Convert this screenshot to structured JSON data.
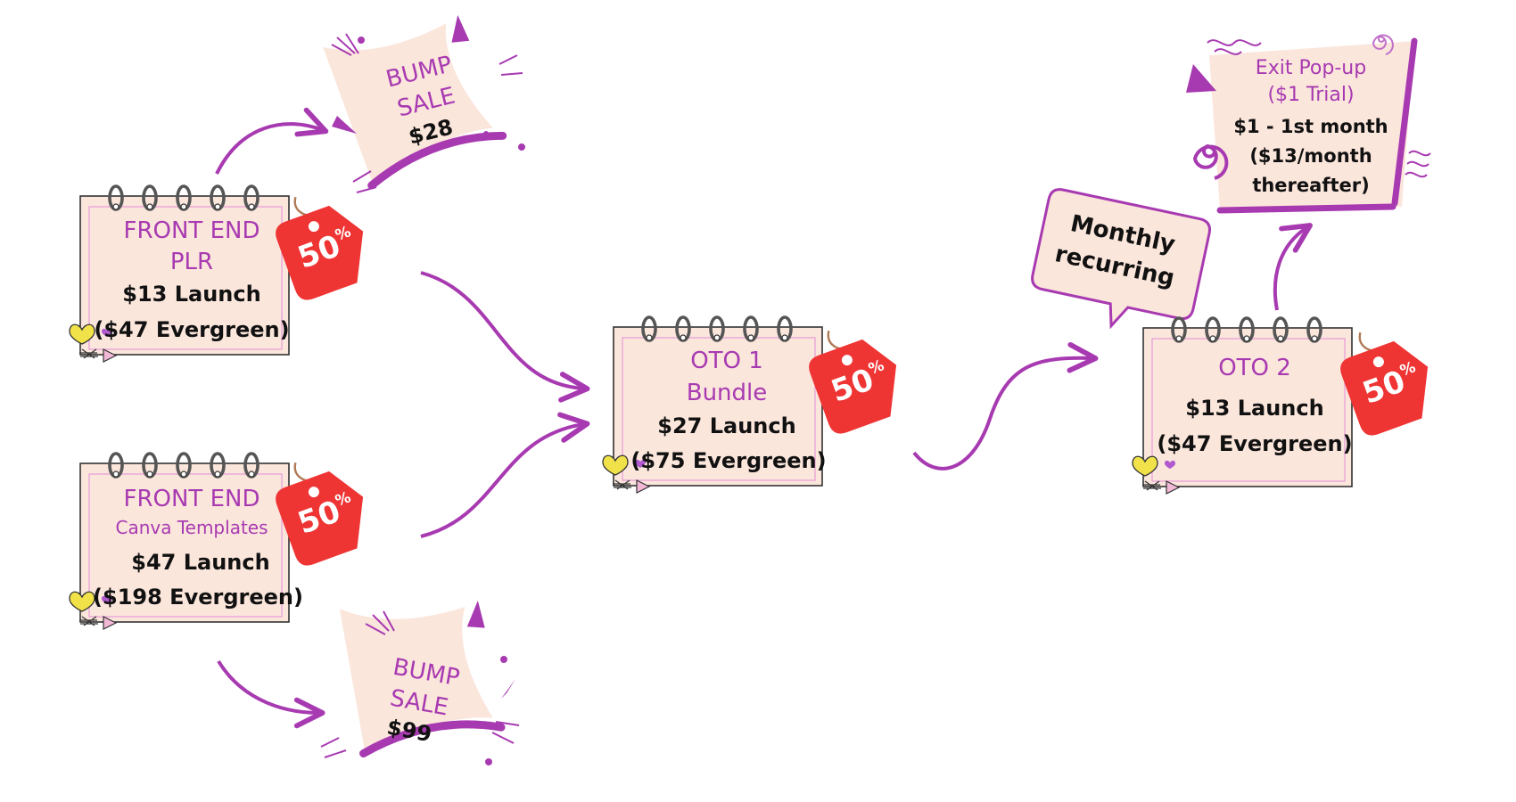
{
  "colors": {
    "card_fill": "#fbe6dc",
    "accent_purple": "#a83ab1",
    "tag_red": "#ef3434",
    "heart_yellow": "#f1e24a",
    "text_dark": "#111111"
  },
  "nodes": {
    "fe_plr": {
      "title_line1": "FRONT END",
      "title_line2": "PLR",
      "price": "$13 Launch",
      "evergreen": "($47 Evergreen)",
      "tag": "50",
      "tag_unit": "%"
    },
    "fe_canva": {
      "title_line1": "FRONT END",
      "title_line2": "Canva Templates",
      "price": "$47 Launch",
      "evergreen": "($198 Evergreen)",
      "tag": "50",
      "tag_unit": "%"
    },
    "bump1": {
      "line1": "BUMP",
      "line2": "SALE",
      "price": "$28"
    },
    "bump2": {
      "line1": "BUMP",
      "line2": "SALE",
      "price": "$99"
    },
    "oto1": {
      "title_line1": "OTO 1",
      "title_line2": "Bundle",
      "price": "$27 Launch",
      "evergreen": "($75 Evergreen)",
      "tag": "50",
      "tag_unit": "%"
    },
    "oto2": {
      "title_line1": "OTO 2",
      "price": "$13 Launch",
      "evergreen": "($47 Evergreen)",
      "tag": "50",
      "tag_unit": "%"
    },
    "callout": {
      "line1": "Monthly",
      "line2": "recurring"
    },
    "exit_popup": {
      "line1": "Exit Pop-up",
      "line2": "($1 Trial)",
      "line3": "$1 - 1st month",
      "line4": "($13/month",
      "line5": "thereafter)"
    }
  },
  "icons": [
    "spiral-notebook-icon",
    "sale-tag-icon",
    "heart-icon",
    "swirl-icon",
    "curved-arrow-icon"
  ]
}
